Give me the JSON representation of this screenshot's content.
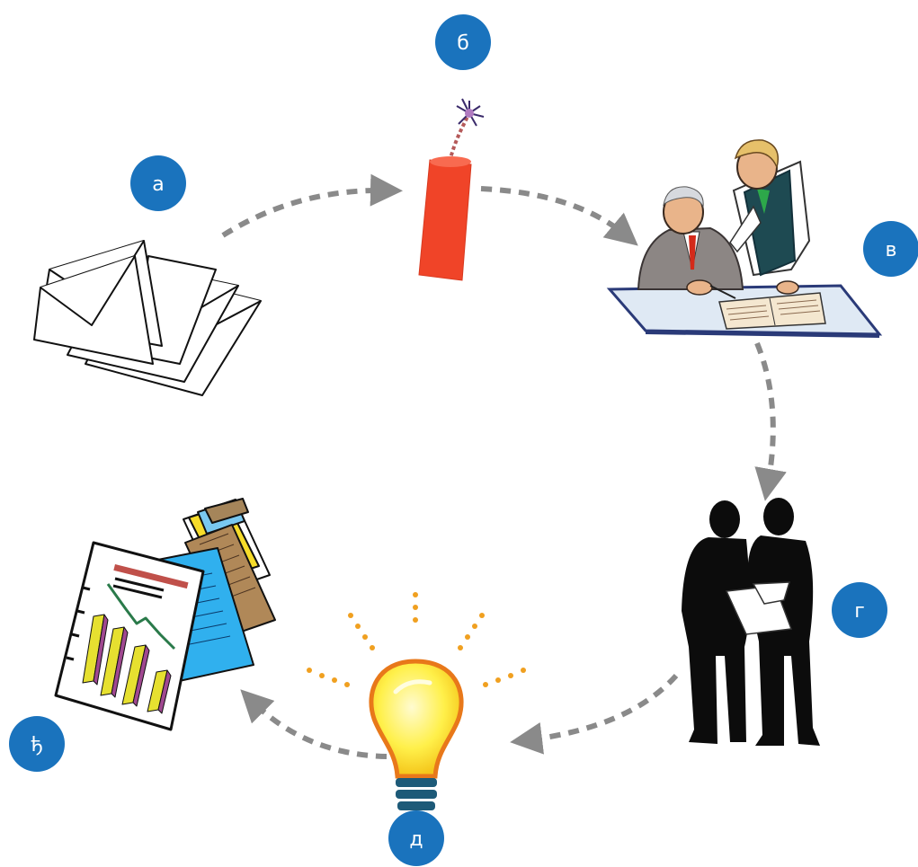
{
  "colors": {
    "badge": "#1a73bd",
    "badge_text": "#ffffff",
    "arrow": "#8a8a8a"
  },
  "steps": [
    {
      "label": "а",
      "icon": "envelopes-icon"
    },
    {
      "label": "б",
      "icon": "dynamite-icon"
    },
    {
      "label": "в",
      "icon": "businessmen-at-desk-icon"
    },
    {
      "label": "г",
      "icon": "men-silhouette-icon"
    },
    {
      "label": "д",
      "icon": "lightbulb-icon"
    },
    {
      "label": "ђ",
      "icon": "charts-documents-icon"
    }
  ]
}
